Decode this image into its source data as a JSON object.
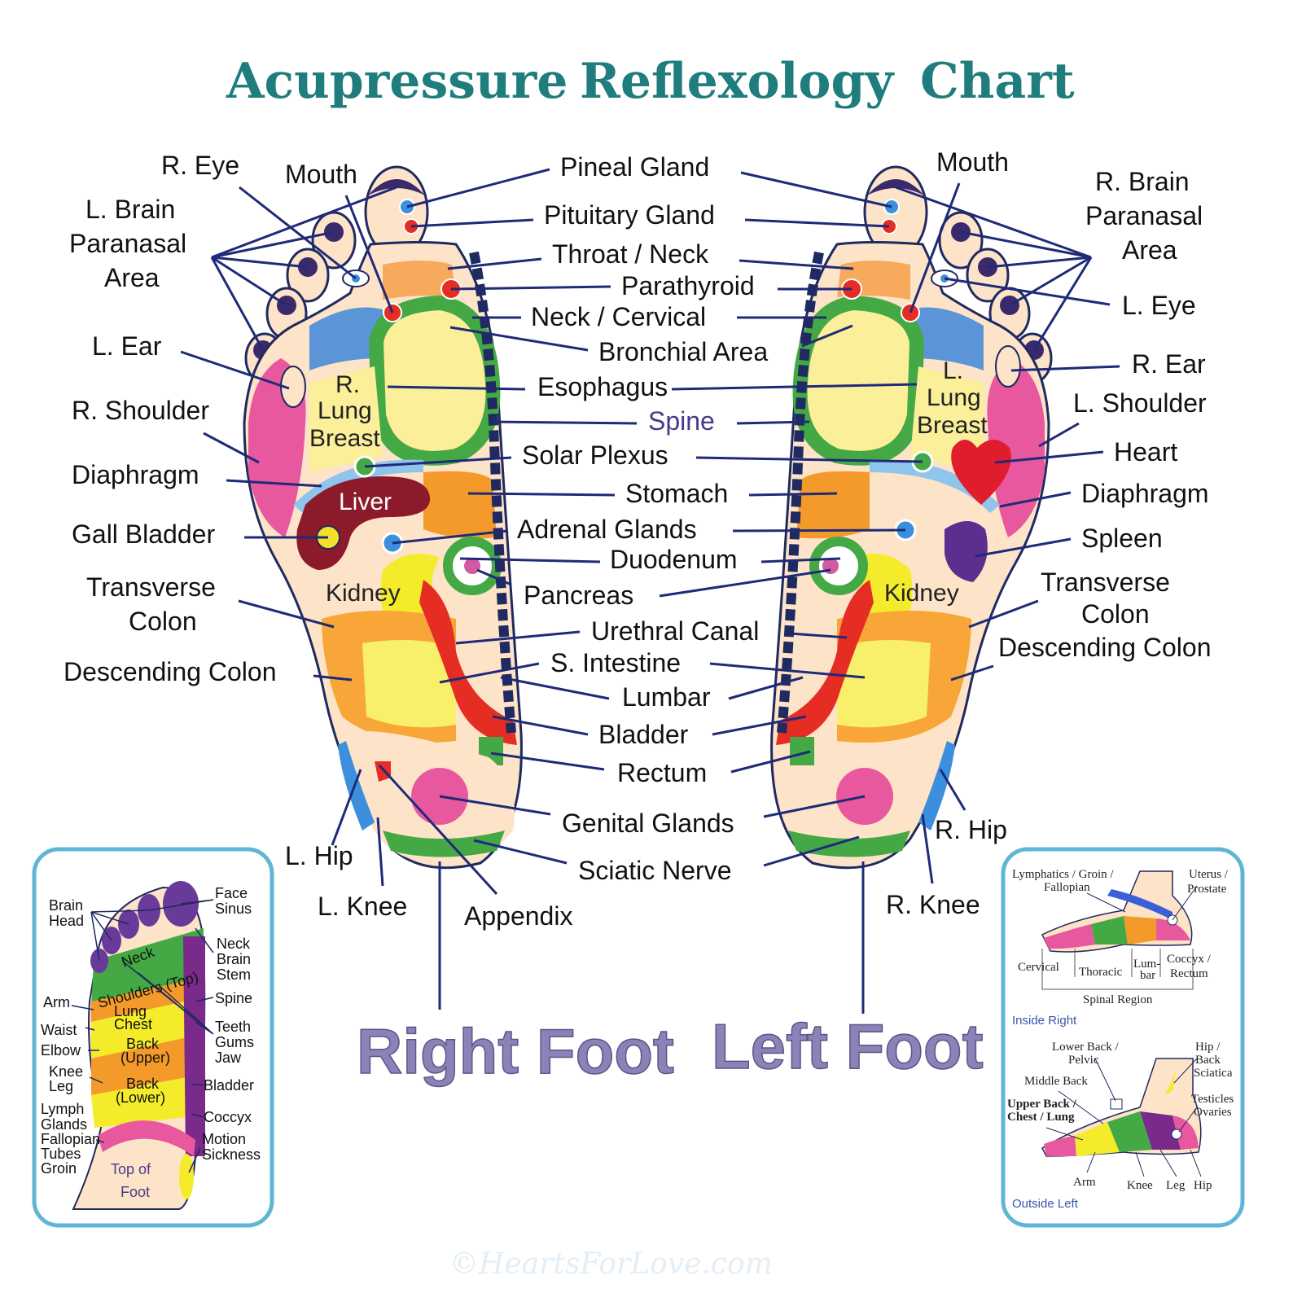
{
  "title": {
    "w1": "Acupressure",
    "w2": "Reflexology",
    "w3": "Chart"
  },
  "right_foot_labels": {
    "r_eye": "R. Eye",
    "mouth": "Mouth",
    "l_brain_1": "L. Brain",
    "l_brain_2": "Paranasal",
    "l_brain_3": "Area",
    "l_ear": "L. Ear",
    "r_shoulder": "R. Shoulder",
    "diaphragm": "Diaphragm",
    "gall_bladder": "Gall Bladder",
    "transverse_1": "Transverse",
    "transverse_2": "Colon",
    "descending": "Descending Colon",
    "l_hip": "L. Hip",
    "l_knee": "L. Knee",
    "appendix": "Appendix"
  },
  "left_foot_labels": {
    "mouth": "Mouth",
    "r_brain_1": "R. Brain",
    "r_brain_2": "Paranasal",
    "r_brain_3": "Area",
    "l_eye": "L. Eye",
    "r_ear": "R. Ear",
    "l_shoulder": "L. Shoulder",
    "heart": "Heart",
    "diaphragm": "Diaphragm",
    "spleen": "Spleen",
    "transverse_1": "Transverse",
    "transverse_2": "Colon",
    "descending": "Descending Colon",
    "r_hip": "R. Hip",
    "r_knee": "R. Knee"
  },
  "center_labels": {
    "pineal": "Pineal Gland",
    "pituitary": "Pituitary Gland",
    "throat": "Throat / Neck",
    "parathyroid": "Parathyroid",
    "neck_cervical": "Neck / Cervical",
    "bronchial": "Bronchial Area",
    "esophagus": "Esophagus",
    "spine": "Spine",
    "solar_plexus": "Solar Plexus",
    "stomach": "Stomach",
    "adrenal": "Adrenal Glands",
    "duodenum": "Duodenum",
    "pancreas": "Pancreas",
    "urethral": "Urethral Canal",
    "s_intestine": "S. Intestine",
    "lumbar": "Lumbar",
    "bladder": "Bladder",
    "rectum": "Rectum",
    "genital": "Genital Glands",
    "sciatic": "Sciatic Nerve"
  },
  "in_foot": {
    "r_lung_1": "R.",
    "r_lung_2": "Lung",
    "r_lung_3": "Breast",
    "liver": "Liver",
    "kidney": "Kidney",
    "l_lung_1": "L.",
    "l_lung_2": "Lung",
    "l_lung_3": "Breast",
    "kidney_left": "Kidney"
  },
  "foot_titles": {
    "right": "Right Foot",
    "left": "Left Foot"
  },
  "top_of_foot": {
    "brain": "Brain",
    "head": "Head",
    "face": "Face",
    "sinus": "Sinus",
    "neck": "Neck",
    "brain2": "Brain",
    "stem": "Stem",
    "spine": "Spine",
    "teeth": "Teeth",
    "gums": "Gums",
    "jaw": "Jaw",
    "arm": "Arm",
    "waist": "Waist",
    "elbow": "Elbow",
    "knee": "Knee",
    "leg": "Leg",
    "bladder": "Bladder",
    "coccyx": "Coccyx",
    "lymph": "Lymph",
    "glands": "Glands",
    "fallopian": "Fallopian",
    "tubes": "Tubes",
    "groin": "Groin",
    "motion": "Motion",
    "sickness": "Sickness",
    "neck_in": "Neck",
    "shoulders_in": "Shoulders (Top)",
    "lung_in": "Lung",
    "chest_in": "Chest",
    "back_u1": "Back",
    "back_u2": "(Upper)",
    "back_l1": "Back",
    "back_l2": "(Lower)",
    "top_of": "Top of",
    "foot": "Foot"
  },
  "side_views": {
    "lymph_groin": "Lymphatics / Groin /",
    "fallopian": "Fallopian",
    "uterus": "Uterus /",
    "prostate": "Prostate",
    "cervical": "Cervical",
    "thoracic": "Thoracic",
    "lum": "Lum-",
    "bar": "bar",
    "coccyx": "Coccyx /",
    "rectum": "Rectum",
    "spinal_region": "Spinal Region",
    "inside_right": "Inside Right",
    "lower_back": "Lower  Back /",
    "pelvic": "Pelvic",
    "hip": "Hip /",
    "back": "Back",
    "sciatica": "Sciatica",
    "middle_back": "Middle Back",
    "upper_back": "Upper Back /",
    "chest_lung": "Chest / Lung",
    "testicles": "Testicles",
    "ovaries": "Ovaries",
    "arm": "Arm",
    "knee": "Knee",
    "leg": "Leg",
    "hip2": "Hip",
    "outside_left": "Outside Left"
  },
  "watermark": "©HeartsForLove.com",
  "colors": {
    "title": "#1f7d7d",
    "leader": "#1f2a78",
    "panel_border": "#5fb6d4",
    "foot_title": "#8d82b8"
  }
}
